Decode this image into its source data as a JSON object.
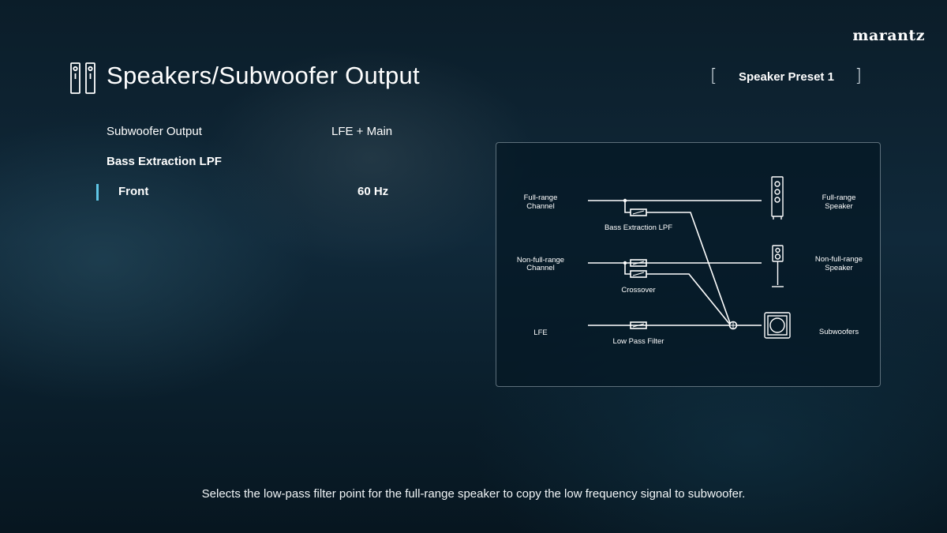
{
  "brand": "marantz",
  "title": "Speakers/Subwoofer Output",
  "preset": "Speaker Preset 1",
  "settings": [
    {
      "label": "Subwoofer Output",
      "value": "LFE + Main"
    },
    {
      "label": "Bass Extraction LPF",
      "value": ""
    },
    {
      "label": "Front",
      "value": "60 Hz"
    }
  ],
  "diagram": {
    "fullrange_channel": [
      "Full-range",
      "Channel"
    ],
    "nonfull_channel": [
      "Non-full-range",
      "Channel"
    ],
    "lfe": "LFE",
    "bass_extraction_lpf": "Bass Extraction LPF",
    "crossover": "Crossover",
    "low_pass_filter": "Low Pass Filter",
    "fullrange_speaker": [
      "Full-range",
      "Speaker"
    ],
    "nonfull_speaker": [
      "Non-full-range",
      "Speaker"
    ],
    "subwoofers": "Subwoofers"
  },
  "description": "Selects the low-pass filter point for the full-range speaker to copy the low frequency signal to subwoofer.",
  "accent_color": "#5fc6e6"
}
